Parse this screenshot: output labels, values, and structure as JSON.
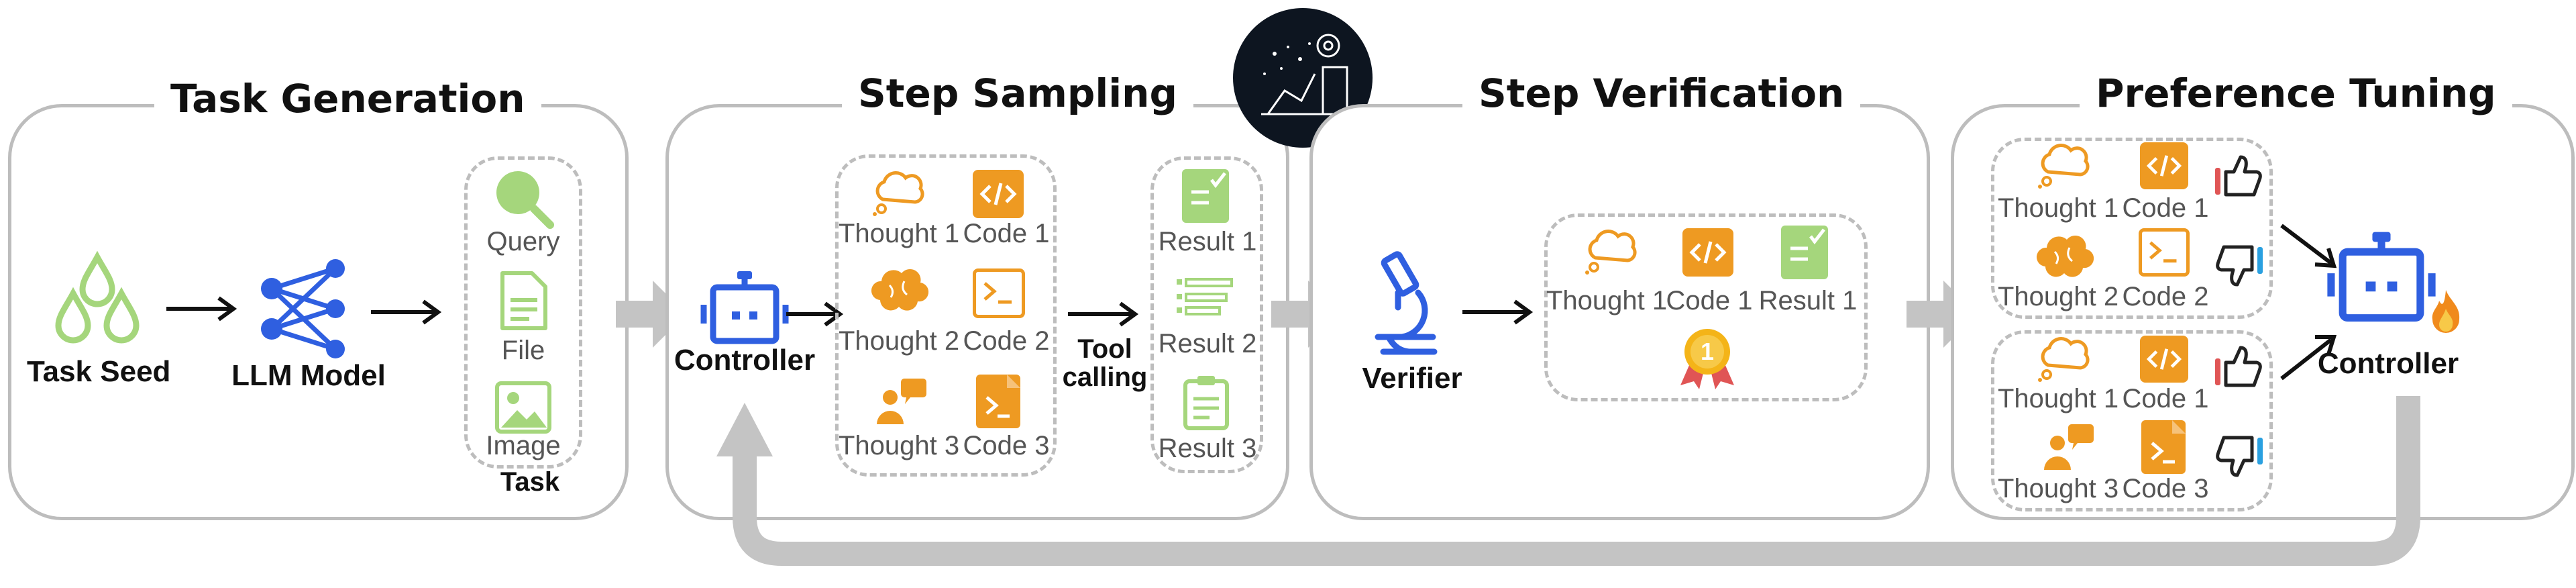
{
  "panels": {
    "task_generation": {
      "title": "Task Generation",
      "task_seed": "Task Seed",
      "llm_model": "LLM Model",
      "task_items": [
        "Query",
        "File",
        "Image"
      ],
      "task_label": "Task"
    },
    "step_sampling": {
      "title": "Step Sampling",
      "controller": "Controller",
      "thoughts": [
        "Thought 1",
        "Thought 2",
        "Thought 3"
      ],
      "codes": [
        "Code 1",
        "Code 2",
        "Code 3"
      ],
      "tool_calling_1": "Tool",
      "tool_calling_2": "calling",
      "results": [
        "Result 1",
        "Result 2",
        "Result 3"
      ]
    },
    "step_verification": {
      "title": "Step Verification",
      "verifier": "Verifier",
      "thought": "Thought 1",
      "code": "Code 1",
      "result": "Result 1",
      "medal_number": "1"
    },
    "preference_tuning": {
      "title": "Preference Tuning",
      "group1": {
        "thought_a": "Thought 1",
        "code_a": "Code 1",
        "thought_b": "Thought 2",
        "code_b": "Code 2"
      },
      "group2": {
        "thought_a": "Thought 1",
        "code_a": "Code 1",
        "thought_b": "Thought 3",
        "code_b": "Code 3"
      },
      "controller": "Controller"
    }
  },
  "colors": {
    "green": "#a5d67c",
    "blue": "#2f5fe0",
    "orange": "#ee9a22",
    "gray_arrow": "#c4c4c4",
    "panel_border": "#bdbdbd",
    "thumb_red": "#e05555",
    "thumb_blue": "#2aa0e0"
  }
}
